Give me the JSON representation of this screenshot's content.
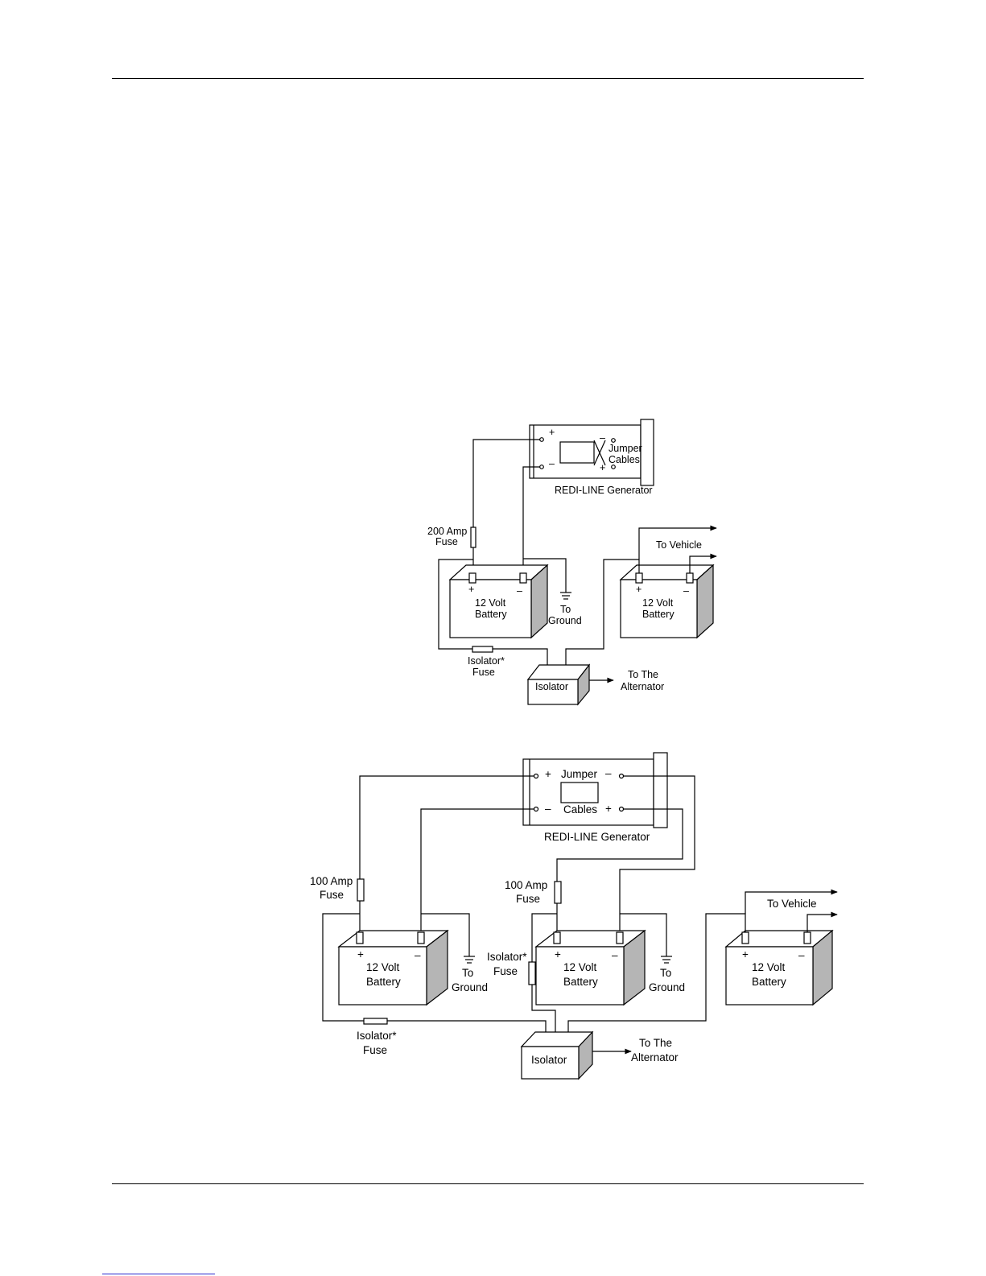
{
  "diagram1": {
    "generator": {
      "jumper": "Jumper",
      "cables": "Cables",
      "name": "REDI-LINE Generator",
      "plus": "+",
      "minus": "–"
    },
    "fuse_main": {
      "line1": "200 Amp",
      "line2": "Fuse"
    },
    "battery_left": {
      "line1": "12 Volt",
      "line2": "Battery",
      "plus": "+",
      "minus": "–"
    },
    "battery_right": {
      "line1": "12 Volt",
      "line2": "Battery",
      "plus": "+",
      "minus": "–"
    },
    "ground": {
      "line1": "To",
      "line2": "Ground"
    },
    "vehicle": "To Vehicle",
    "isolator_fuse": {
      "line1": "Isolator*",
      "line2": "Fuse"
    },
    "isolator": "Isolator",
    "alternator": {
      "line1": "To The",
      "line2": "Alternator"
    }
  },
  "diagram2": {
    "generator": {
      "jumper": "Jumper",
      "cables": "Cables",
      "name": "REDI-LINE Generator",
      "plus": "+",
      "minus": "–"
    },
    "fuse_left": {
      "line1": "100 Amp",
      "line2": "Fuse"
    },
    "fuse_mid": {
      "line1": "100 Amp",
      "line2": "Fuse"
    },
    "battery_left": {
      "line1": "12 Volt",
      "line2": "Battery",
      "plus": "+",
      "minus": "–"
    },
    "battery_mid": {
      "line1": "12 Volt",
      "line2": "Battery",
      "plus": "+",
      "minus": "–"
    },
    "battery_right": {
      "line1": "12 Volt",
      "line2": "Battery",
      "plus": "+",
      "minus": "–"
    },
    "ground_left": {
      "line1": "To",
      "line2": "Ground"
    },
    "ground_mid": {
      "line1": "To",
      "line2": "Ground"
    },
    "vehicle": "To Vehicle",
    "isolator_fuse_mid": {
      "line1": "Isolator*",
      "line2": "Fuse"
    },
    "isolator_fuse_bottom": {
      "line1": "Isolator*",
      "line2": "Fuse"
    },
    "isolator": "Isolator",
    "alternator": {
      "line1": "To The",
      "line2": "Alternator"
    }
  }
}
